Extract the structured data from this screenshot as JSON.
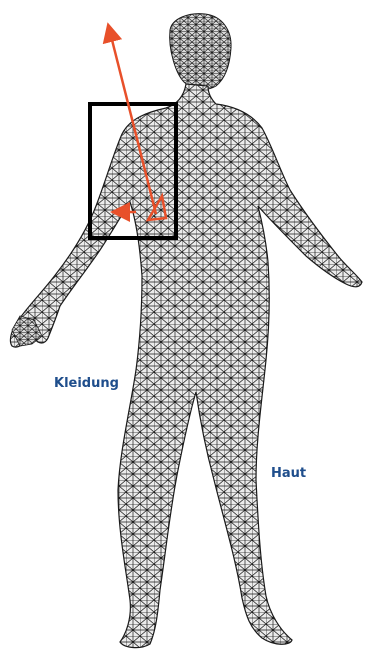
{
  "labels": {
    "clothing": "Kleidung",
    "skin": "Haut"
  },
  "colors": {
    "label": "#1f4e8c",
    "arrow": "#e8502a",
    "mesh_line": "#1a1a1a",
    "mesh_fill": "#ebebeb",
    "box": "#000000"
  },
  "icons": {
    "figure": "human-mesh-figure",
    "box": "highlight-box",
    "arrow_long": "long-arrow",
    "arrow_short": "short-arrow"
  }
}
